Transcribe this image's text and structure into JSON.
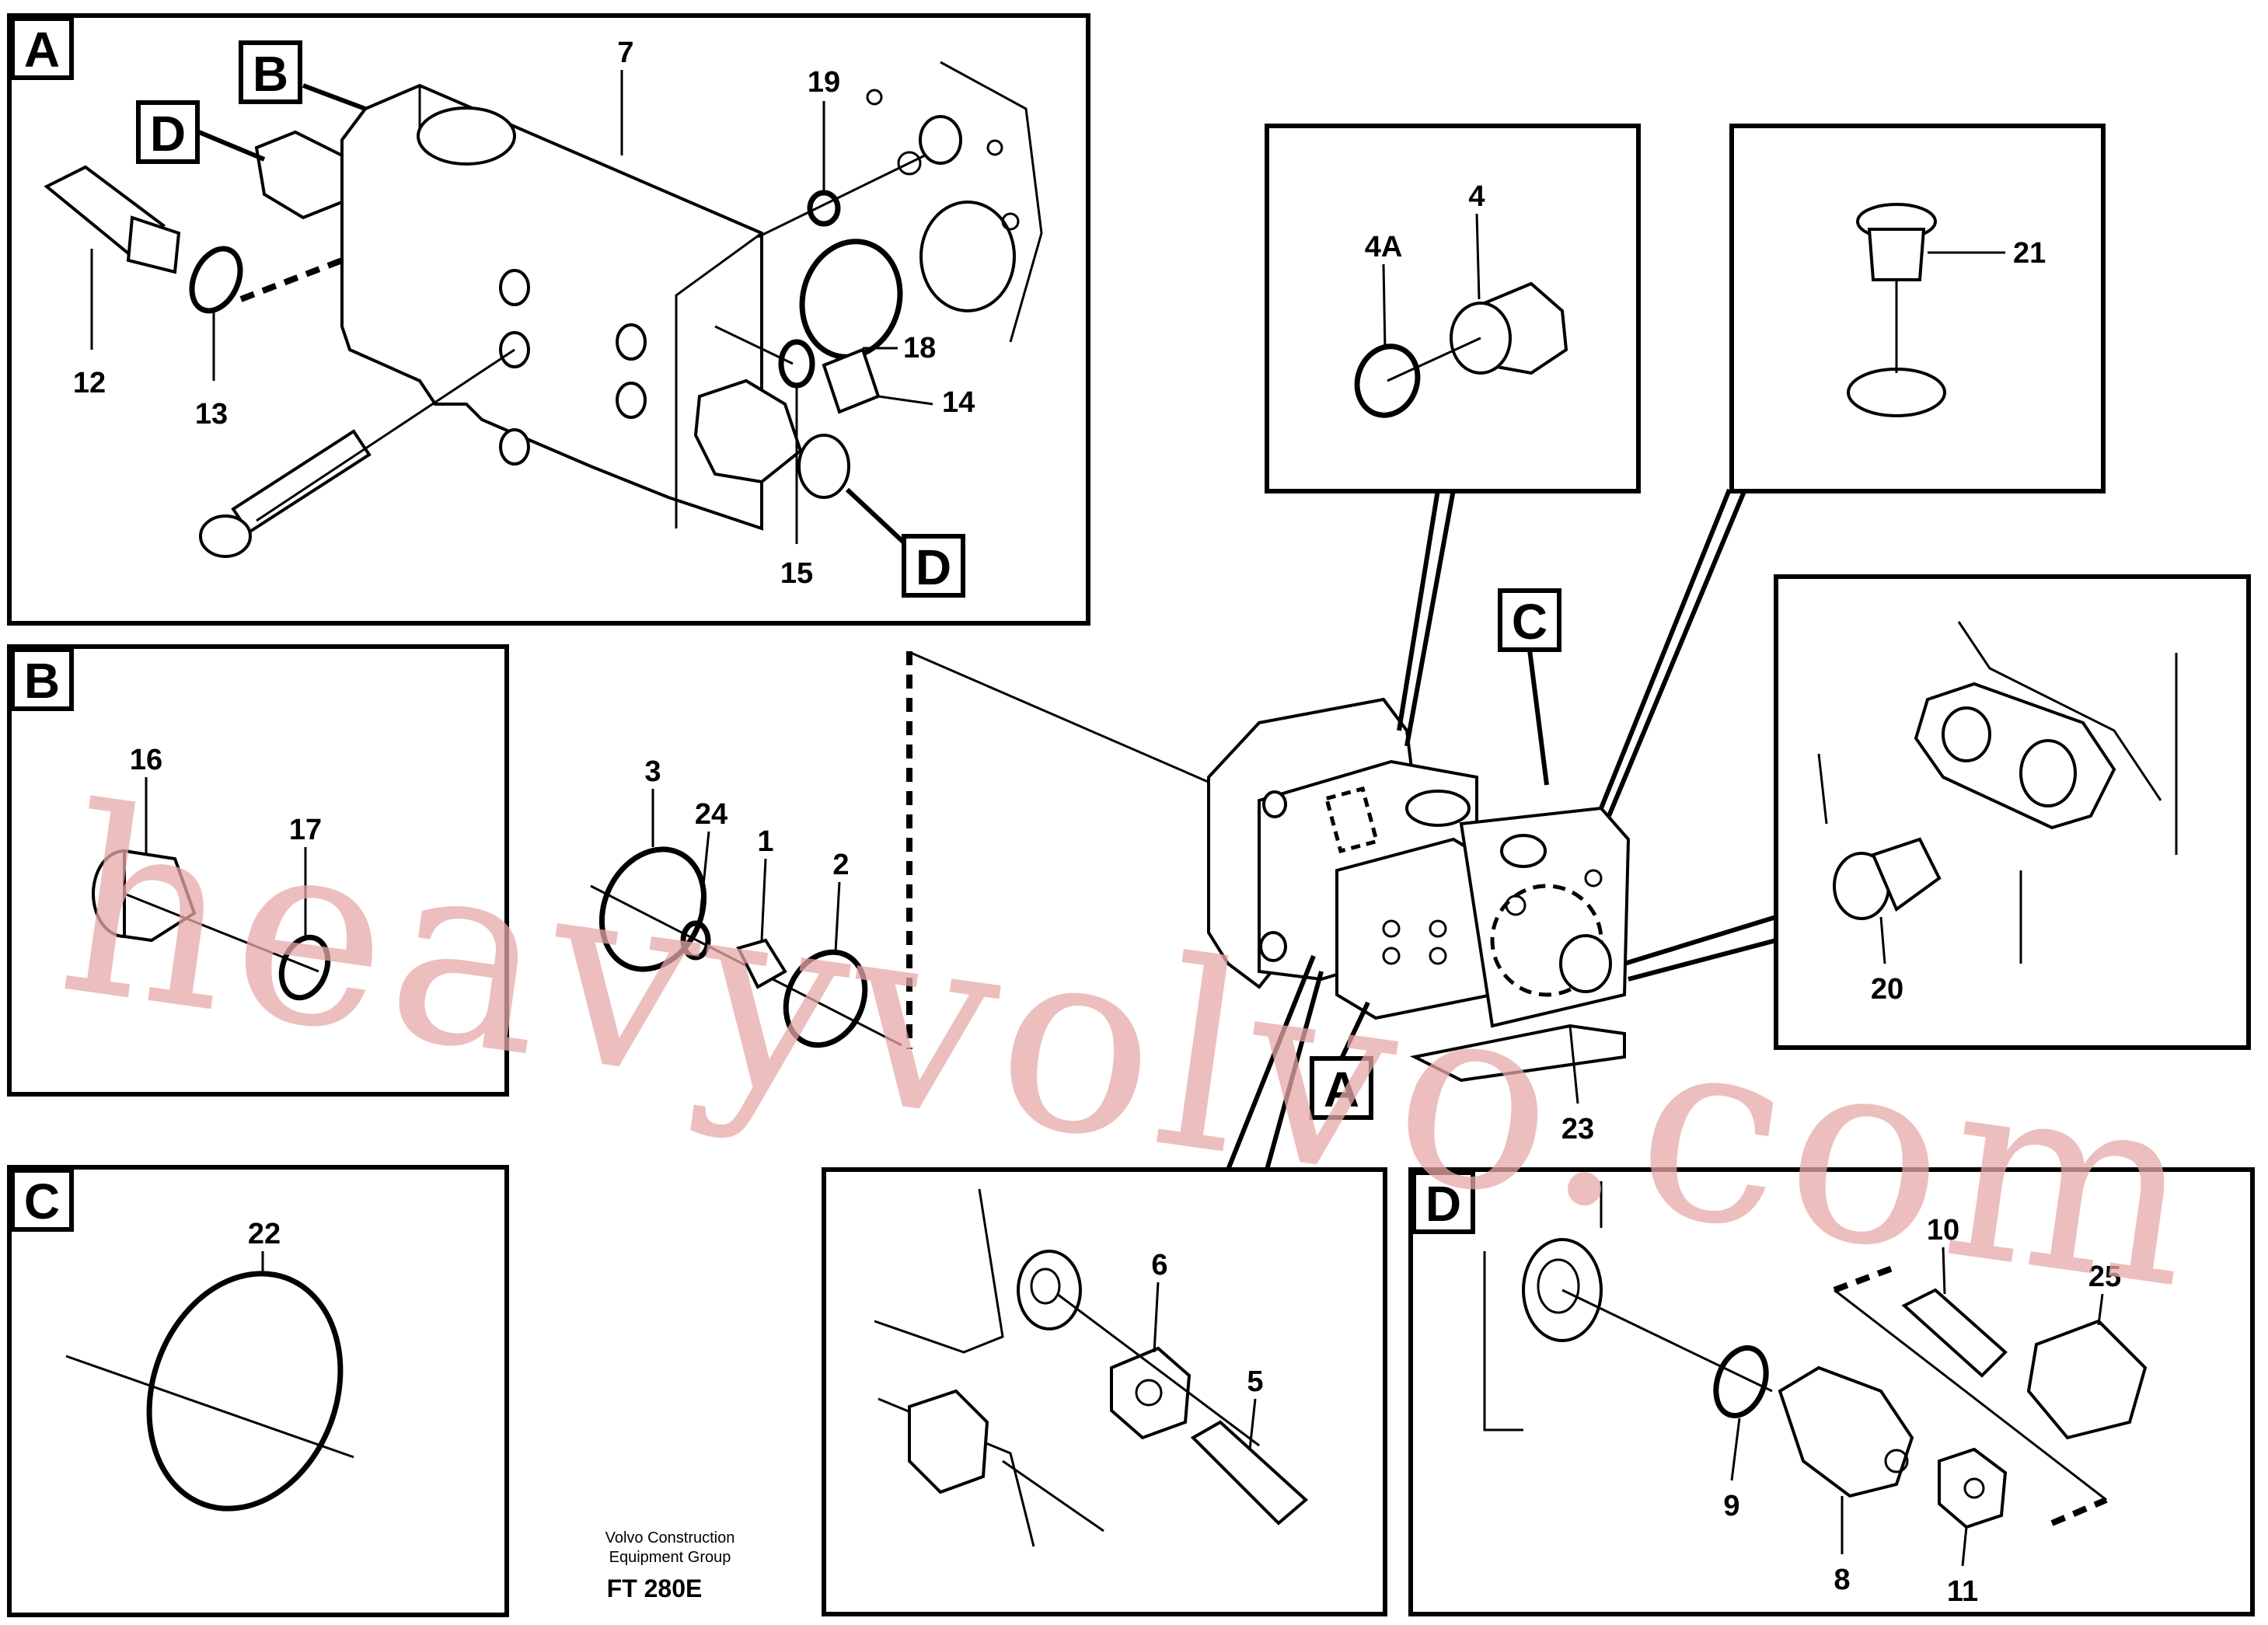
{
  "watermark": "heavyvolvo.com",
  "footer": {
    "line1": "Volvo Construction",
    "line2": "Equipment Group",
    "code": "FT 280E"
  },
  "detail_labels": {
    "A_main": "A",
    "B_main": "B",
    "D_main_top": "D",
    "D_main_bottom": "D",
    "B_panel": "B",
    "C_panel": "C",
    "D_panel": "D",
    "C_assembly": "C",
    "A_assembly": "A"
  },
  "parts": {
    "p1": "1",
    "p2": "2",
    "p3": "3",
    "p4": "4",
    "p4A": "4A",
    "p5": "5",
    "p6": "6",
    "p7": "7",
    "p8": "8",
    "p9": "9",
    "p10": "10",
    "p11": "11",
    "p12": "12",
    "p13": "13",
    "p14": "14",
    "p15": "15",
    "p16": "16",
    "p17": "17",
    "p18": "18",
    "p19": "19",
    "p20": "20",
    "p21": "21",
    "p22": "22",
    "p23": "23",
    "p24": "24",
    "p25": "25"
  }
}
